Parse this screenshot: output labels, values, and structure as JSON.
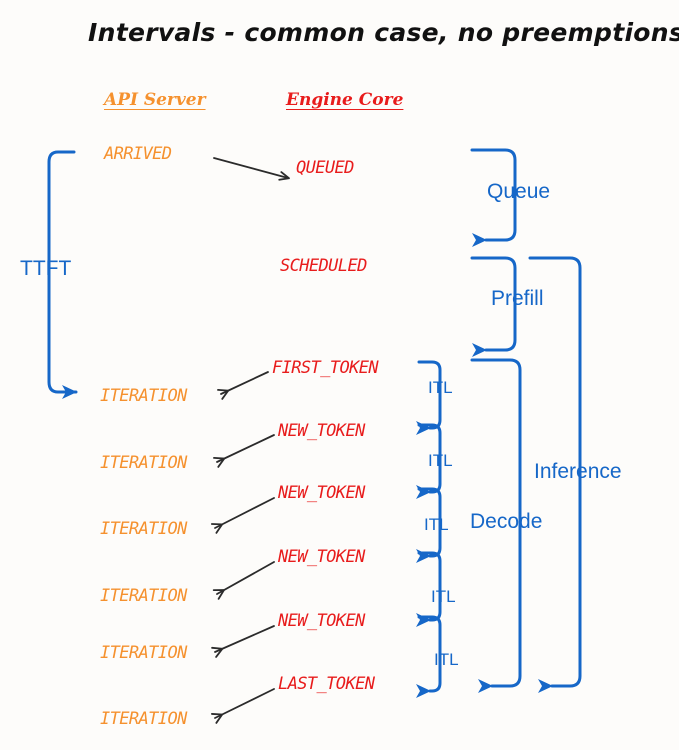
{
  "title": "Intervals - common case, no preemptions",
  "colors": {
    "background": "#fdfcfa",
    "api_server": "#f5912e",
    "engine_core": "#e81c1c",
    "interval": "#1667c8",
    "arrow": "#2b2b2b"
  },
  "columns": {
    "api_server": "API Server",
    "engine_core": "Engine Core"
  },
  "api_server_events": [
    {
      "label": "ARRIVED"
    },
    {
      "label": "ITERATION"
    },
    {
      "label": "ITERATION"
    },
    {
      "label": "ITERATION"
    },
    {
      "label": "ITERATION"
    },
    {
      "label": "ITERATION"
    },
    {
      "label": "ITERATION"
    }
  ],
  "engine_core_events": [
    {
      "label": "QUEUED"
    },
    {
      "label": "SCHEDULED"
    },
    {
      "label": "FIRST_TOKEN"
    },
    {
      "label": "NEW_TOKEN"
    },
    {
      "label": "NEW_TOKEN"
    },
    {
      "label": "NEW_TOKEN"
    },
    {
      "label": "NEW_TOKEN"
    },
    {
      "label": "LAST_TOKEN"
    }
  ],
  "intervals": {
    "ttft": "TTFT",
    "queue": "Queue",
    "prefill": "Prefill",
    "decode": "Decode",
    "inference": "Inference",
    "itl": "ITL",
    "itl_labels": [
      "ITL",
      "ITL",
      "ITL",
      "ITL",
      "ITL"
    ]
  }
}
